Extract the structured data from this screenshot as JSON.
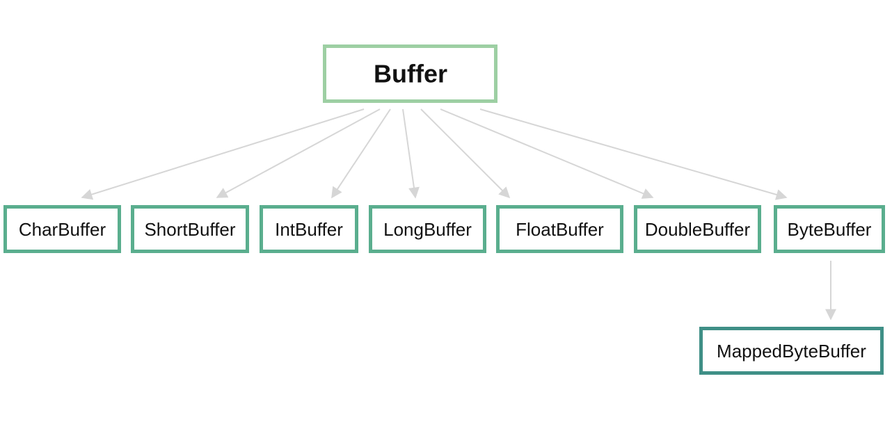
{
  "diagram": {
    "root": {
      "label": "Buffer",
      "color": "#9dcfa3"
    },
    "children": [
      {
        "label": "CharBuffer"
      },
      {
        "label": "ShortBuffer"
      },
      {
        "label": "IntBuffer"
      },
      {
        "label": "LongBuffer"
      },
      {
        "label": "FloatBuffer"
      },
      {
        "label": "DoubleBuffer"
      },
      {
        "label": "ByteBuffer"
      }
    ],
    "child_color": "#5aae8e",
    "grandchild": {
      "label": "MappedByteBuffer",
      "parent": "ByteBuffer",
      "color": "#3f8f86"
    },
    "edge_color": "#d6d6d6"
  }
}
